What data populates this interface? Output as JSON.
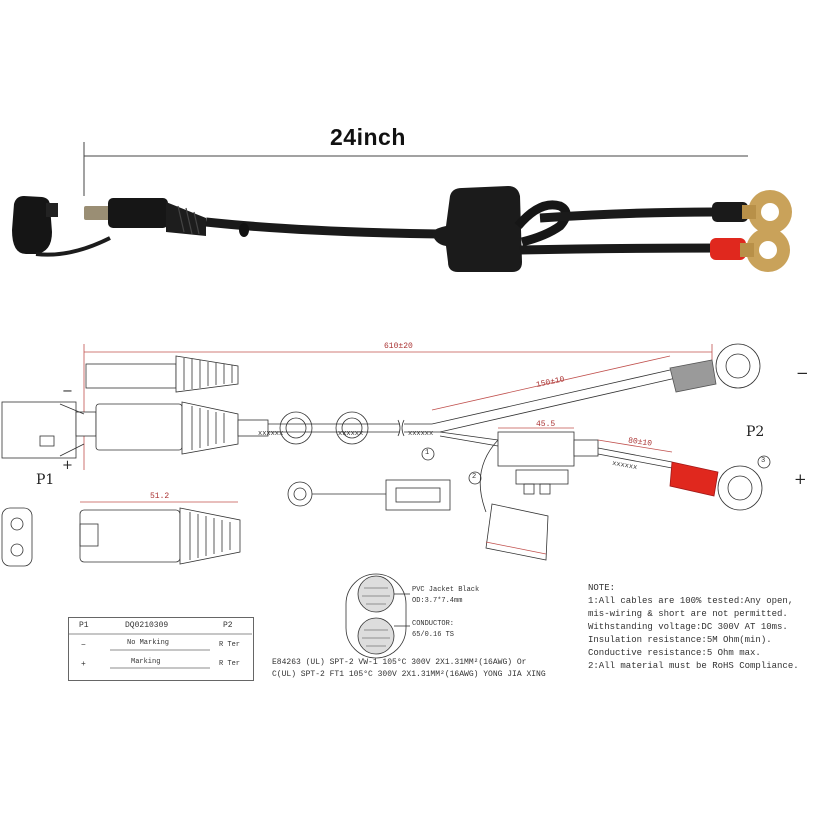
{
  "photo": {
    "length_label": "24inch"
  },
  "drawing": {
    "total_length": "610±20",
    "branch_top_length": "150±10",
    "fuse_length": "45.5",
    "branch_bottom_length": "80±10",
    "plug_length": "51.2",
    "wire_marks": [
      "xxxxxx",
      "xxxxxx",
      "xxxxxx",
      "xxxxxx"
    ],
    "callouts": [
      "1",
      "2",
      "3"
    ],
    "p1_label": "P1",
    "p2_label": "P2",
    "minus": "−",
    "plus": "+",
    "right_minus": "−",
    "right_plus": "+",
    "cross_section": {
      "jacket": "PVC Jacket Black",
      "od": "OD:3.7*7.4mm",
      "conductor": "CONDUCTOR:",
      "conductor_spec": "65/0.16 TS"
    },
    "spec_lines": [
      "E84263 (UL) SPT-2 VW-1 105°C 300V 2X1.31MM²(16AWG) Or",
      "C(UL) SPT-2 FT1 105°C 300V 2X1.31MM²(16AWG) YONG JIA XING"
    ]
  },
  "table": {
    "col_p1": "P1",
    "part_no": "DQ0210309",
    "col_p2": "P2",
    "rows": [
      {
        "p1": "−",
        "marking": "No Marking",
        "p2": "R Ter"
      },
      {
        "p1": "+",
        "marking": "Marking",
        "p2": "R Ter"
      }
    ]
  },
  "notes": {
    "heading": "NOTE:",
    "lines": [
      "1:All cables are 100% tested:Any open,",
      "mis-wiring & short are not permitted.",
      " Withstanding voltage:DC 300V AT 10ms.",
      " Insulation resistance:5M Ohm(min).",
      " Conductive resistance:5 Ohm max.",
      "2:All material must be RoHS Compliance."
    ]
  },
  "colors": {
    "red_terminal": "#e0281e",
    "gray_sleeve": "#9a9a9a",
    "dim_red": "#c0504d",
    "cable_black": "#1a1a1a",
    "ring_gold": "#c9a25a"
  }
}
